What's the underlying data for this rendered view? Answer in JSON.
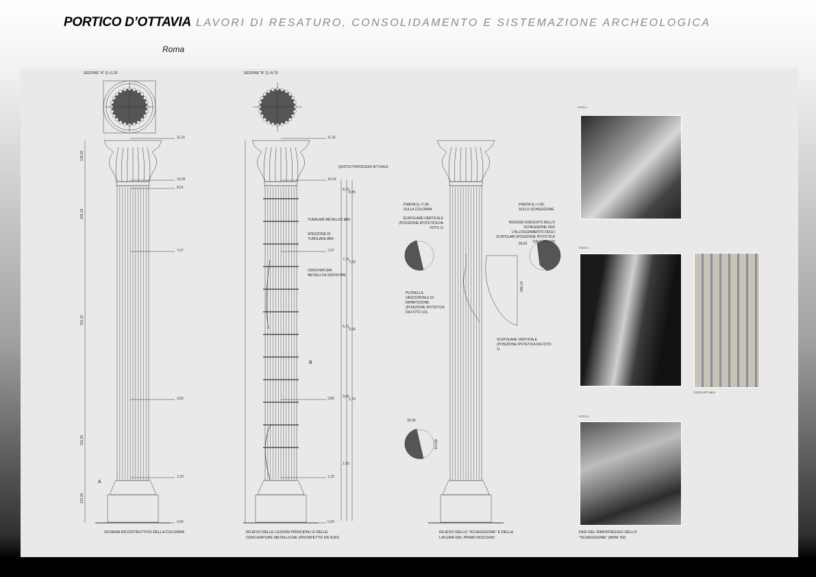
{
  "header": {
    "title": "PORTICO D’OTTAVIA",
    "subtitle": "LAVORI DI RESATURO, CONSOLIDAMENTO E SISTEMAZIONE ARCHEOLOGICA",
    "city": "Roma"
  },
  "drawing1": {
    "section_label": "SEZIONE \"A\" q.+1,33",
    "caption": "SCHEMA RICOSTRUTTIVO DELLA COLONNA",
    "elevations": [
      "11,31",
      "10,03",
      "8,01",
      "7,07",
      "3,65",
      "1,33",
      "0,06"
    ],
    "dims": [
      "128,00",
      "206,19",
      "432,10",
      "231,56",
      "133,00"
    ],
    "marker": "A"
  },
  "drawing2": {
    "section_label": "SEZIONE \"B\" q.+5,70",
    "caption_line1": "RILIEVO DELLE LESIONI PRINCIPALI E DELLE",
    "caption_line2": "CERCHIATURE METALLICHE (PROSPETTO DA SUD)",
    "scaffold_title": "QUOTE PONTEGGIO ATTUALE",
    "note_tubes": "TUBALARI METALLICI Ø60",
    "note_piece": "SPEZZONE DI TUBOLARE Ø60",
    "note_ring": "CERCHIATURA METALLICA 160X30 mm",
    "elevations": [
      "11,31",
      "10,03",
      "7,07",
      "3,85",
      "1,33",
      "0,30"
    ],
    "scaffold_elevations": [
      "8,70",
      "8,85",
      "7,76",
      "7,66",
      "5,71",
      "5,66",
      "3,65",
      "1,70",
      "1,65"
    ],
    "marker": "B"
  },
  "drawing3": {
    "plan_left": "PIANTA Q.+7,95, SULLA COLONNA",
    "plan_right": "PIANTA Q.+7,95, SULLO SCHEGGIONE",
    "note_box": "SCATOLARE VERTICALE (POSIZIONE IPOTETICA DA FOTO 1)",
    "note_beam": "PUTRELLA ORIZZONTALE DI RIPARTIZIONE (POSIZIONE IPOTETICA DA FOTO 1/2)",
    "note_recess": "INCASSO ESEGUITO NELLO SCHEGGIONE PER L'ALLOGGIAMENTO DEGLI SCATOLARI (POSIZIONE IPOTETICA DA FOTO 2/3)",
    "note_box2": "SCATOLARE VERTICALE (POSIZIONE IPOTETICA DA FOTO 1)",
    "dim_width": "59,62",
    "dim_height": "205,14",
    "dim_small": "33,00",
    "dim_small2": "114,58",
    "caption_line1": "RILIEVO DELLO \"SCHEGGIONE\" E DELLA",
    "caption_line2": "LACUNA DEL PRIMO ROCCHIO"
  },
  "photos": {
    "foto1": "FOTO 1",
    "foto2": "FOTO 2",
    "foto3": "FOTO 3",
    "stato": "STATO ATTUALE",
    "caption_line1": "FASI DEL RIMONTAGGIO DELLO",
    "caption_line2": "\"SCHEGGIONE\" (ANNI '60)"
  },
  "colors": {
    "panel": "#e9e9e9",
    "section_fill": "#555555",
    "crack": "#d23a2a"
  }
}
